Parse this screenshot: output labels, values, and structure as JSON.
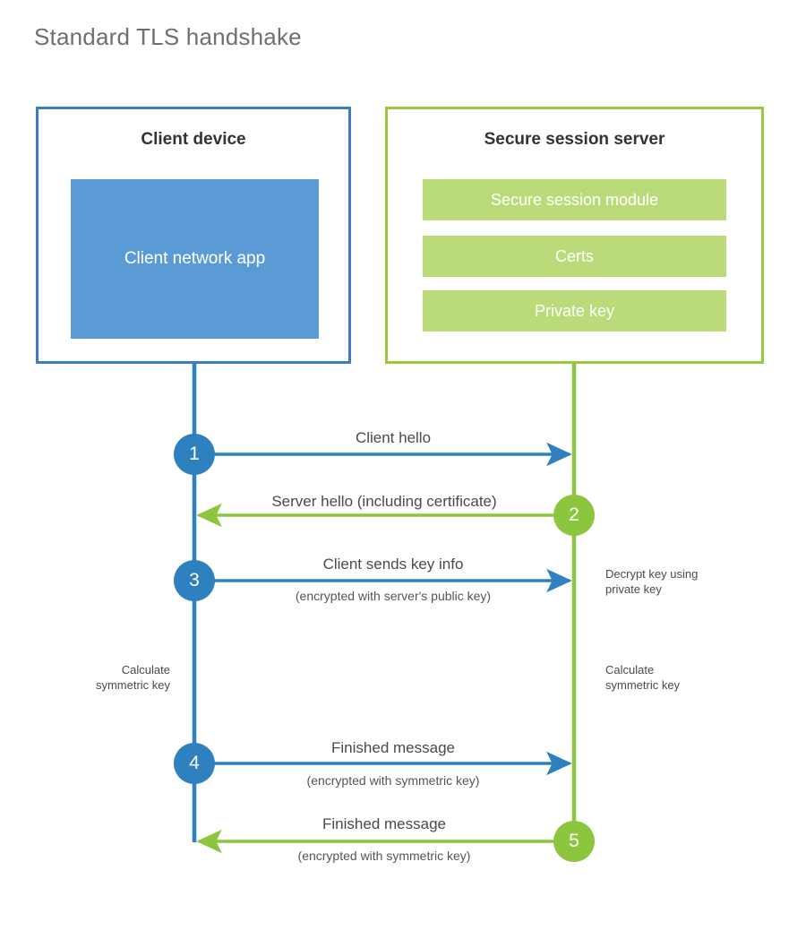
{
  "title": "Standard TLS handshake",
  "colors": {
    "client_border": "#3C7DC0",
    "client_fill": "#5B9BD5",
    "server_border": "#97C93D",
    "server_fill": "#BBDB7A",
    "client_accent": "#2E80BE",
    "server_accent": "#8CC63E",
    "text": "#4a4a4a",
    "title_text": "#6f6f6f",
    "background": "#ffffff"
  },
  "entities": {
    "client": {
      "title": "Client device",
      "app_label": "Client network app"
    },
    "server": {
      "title": "Secure session server",
      "components": [
        "Secure session module",
        "Certs",
        "Private key"
      ]
    }
  },
  "steps": [
    {
      "number": "1",
      "direction": "client-to-server",
      "actor": "client",
      "label": "Client hello",
      "sublabel": ""
    },
    {
      "number": "2",
      "direction": "server-to-client",
      "actor": "server",
      "label": "Server hello (including certificate)",
      "sublabel": ""
    },
    {
      "number": "3",
      "direction": "client-to-server",
      "actor": "client",
      "label": "Client sends key info",
      "sublabel": "(encrypted with server's public key)"
    },
    {
      "number": "4",
      "direction": "client-to-server",
      "actor": "client",
      "label": "Finished message",
      "sublabel": "(encrypted with symmetric key)"
    },
    {
      "number": "5",
      "direction": "server-to-client",
      "actor": "server",
      "label": "Finished message",
      "sublabel": "(encrypted with symmetric key)"
    }
  ],
  "annotations": {
    "server_decrypt": "Decrypt key using\nprivate key",
    "client_calculate": "Calculate\nsymmetric key",
    "server_calculate": "Calculate\nsymmetric key"
  }
}
